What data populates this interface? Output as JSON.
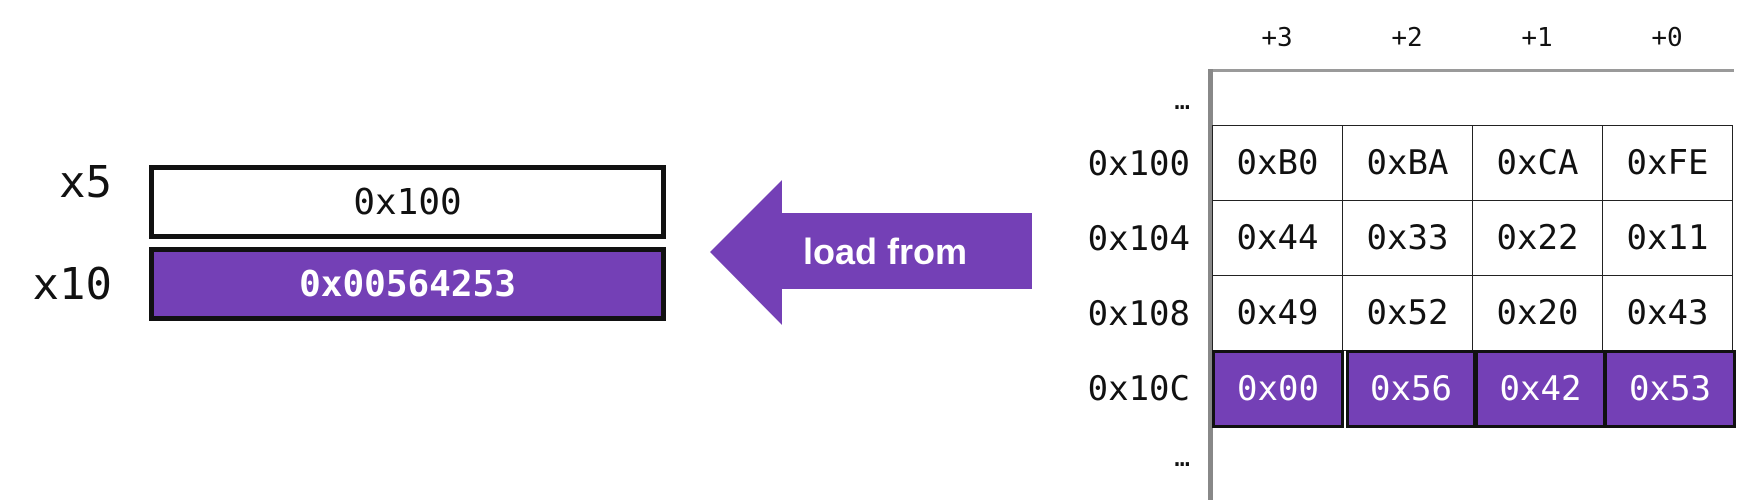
{
  "registers": [
    {
      "name": "x5",
      "value": "0x100",
      "highlighted": false
    },
    {
      "name": "x10",
      "value": "0x00564253",
      "highlighted": true
    }
  ],
  "arrow": {
    "label": "load from",
    "direction": "left"
  },
  "memory": {
    "column_offsets": [
      "+3",
      "+2",
      "+1",
      "+0"
    ],
    "ellipsis_top": "…",
    "ellipsis_bottom": "…",
    "rows": [
      {
        "address": "0x100",
        "bytes": [
          "0xB0",
          "0xBA",
          "0xCA",
          "0xFE"
        ],
        "highlighted": false
      },
      {
        "address": "0x104",
        "bytes": [
          "0x44",
          "0x33",
          "0x22",
          "0x11"
        ],
        "highlighted": false
      },
      {
        "address": "0x108",
        "bytes": [
          "0x49",
          "0x52",
          "0x20",
          "0x43"
        ],
        "highlighted": false
      },
      {
        "address": "0x10C",
        "bytes": [
          "0x00",
          "0x56",
          "0x42",
          "0x53"
        ],
        "highlighted": true
      }
    ]
  },
  "colors": {
    "accent": "#7440b6",
    "border": "#111111",
    "memory_axis": "#888888"
  }
}
